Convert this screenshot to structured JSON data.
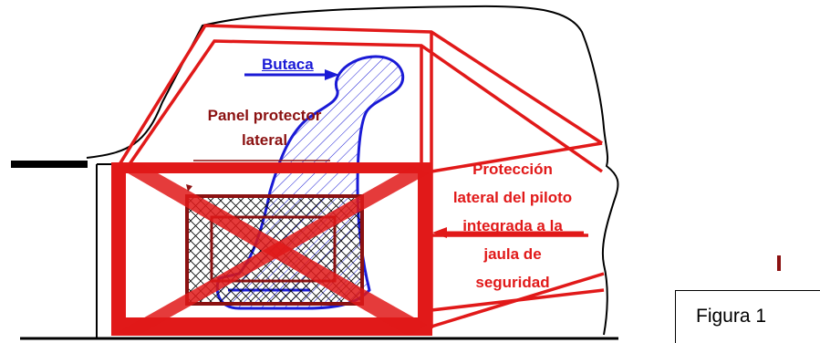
{
  "labels": {
    "butaca": "Butaca",
    "panel_line1": "Panel protector",
    "panel_line2": "lateral",
    "prot_line1": "Protección",
    "prot_line2": "lateral del piloto",
    "prot_line3": "integrada a la",
    "prot_line4": "jaula de",
    "prot_line5": "seguridad"
  },
  "figure": {
    "caption": "Figura 1"
  },
  "colors": {
    "cage": "#e11919",
    "seat": "#1a1ad6",
    "panel": "#8b1111",
    "body_outline": "#000000"
  }
}
